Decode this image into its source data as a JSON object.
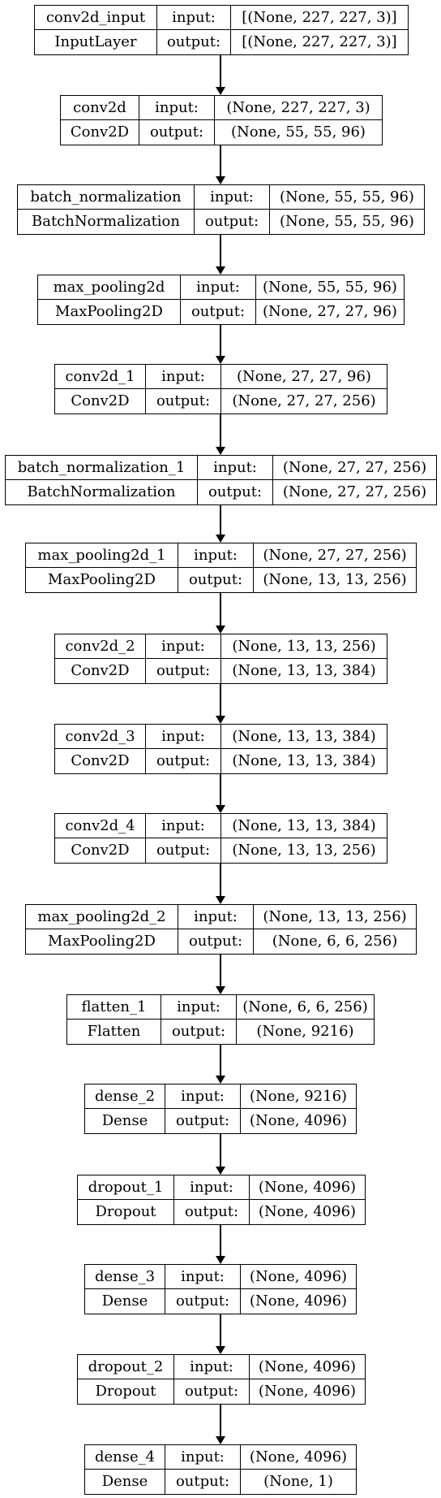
{
  "layers": [
    {
      "name": "conv2d_input",
      "type": "InputLayer",
      "input_label": "input:",
      "output_label": "output:",
      "input_shape": "[(None, 227, 227, 3)]",
      "output_shape": "[(None, 227, 227, 3)]"
    },
    {
      "name": "conv2d",
      "type": "Conv2D",
      "input_label": "input:",
      "output_label": "output:",
      "input_shape": "(None, 227, 227, 3)",
      "output_shape": "(None, 55, 55, 96)"
    },
    {
      "name": "batch_normalization",
      "type": "BatchNormalization",
      "input_label": "input:",
      "output_label": "output:",
      "input_shape": "(None, 55, 55, 96)",
      "output_shape": "(None, 55, 55, 96)"
    },
    {
      "name": "max_pooling2d",
      "type": "MaxPooling2D",
      "input_label": "input:",
      "output_label": "output:",
      "input_shape": "(None, 55, 55, 96)",
      "output_shape": "(None, 27, 27, 96)"
    },
    {
      "name": "conv2d_1",
      "type": "Conv2D",
      "input_label": "input:",
      "output_label": "output:",
      "input_shape": "(None, 27, 27, 96)",
      "output_shape": "(None, 27, 27, 256)"
    },
    {
      "name": "batch_normalization_1",
      "type": "BatchNormalization",
      "input_label": "input:",
      "output_label": "output:",
      "input_shape": "(None, 27, 27, 256)",
      "output_shape": "(None, 27, 27, 256)"
    },
    {
      "name": "max_pooling2d_1",
      "type": "MaxPooling2D",
      "input_label": "input:",
      "output_label": "output:",
      "input_shape": "(None, 27, 27, 256)",
      "output_shape": "(None, 13, 13, 256)"
    },
    {
      "name": "conv2d_2",
      "type": "Conv2D",
      "input_label": "input:",
      "output_label": "output:",
      "input_shape": "(None, 13, 13, 256)",
      "output_shape": "(None, 13, 13, 384)"
    },
    {
      "name": "conv2d_3",
      "type": "Conv2D",
      "input_label": "input:",
      "output_label": "output:",
      "input_shape": "(None, 13, 13, 384)",
      "output_shape": "(None, 13, 13, 384)"
    },
    {
      "name": "conv2d_4",
      "type": "Conv2D",
      "input_label": "input:",
      "output_label": "output:",
      "input_shape": "(None, 13, 13, 384)",
      "output_shape": "(None, 13, 13, 256)"
    },
    {
      "name": "max_pooling2d_2",
      "type": "MaxPooling2D",
      "input_label": "input:",
      "output_label": "output:",
      "input_shape": "(None, 13, 13, 256)",
      "output_shape": "(None, 6, 6, 256)"
    },
    {
      "name": "flatten_1",
      "type": "Flatten",
      "input_label": "input:",
      "output_label": "output:",
      "input_shape": "(None, 6, 6, 256)",
      "output_shape": "(None, 9216)"
    },
    {
      "name": "dense_2",
      "type": "Dense",
      "input_label": "input:",
      "output_label": "output:",
      "input_shape": "(None, 9216)",
      "output_shape": "(None, 4096)"
    },
    {
      "name": "dropout_1",
      "type": "Dropout",
      "input_label": "input:",
      "output_label": "output:",
      "input_shape": "(None, 4096)",
      "output_shape": "(None, 4096)"
    },
    {
      "name": "dense_3",
      "type": "Dense",
      "input_label": "input:",
      "output_label": "output:",
      "input_shape": "(None, 4096)",
      "output_shape": "(None, 4096)"
    },
    {
      "name": "dropout_2",
      "type": "Dropout",
      "input_label": "input:",
      "output_label": "output:",
      "input_shape": "(None, 4096)",
      "output_shape": "(None, 4096)"
    },
    {
      "name": "dense_4",
      "type": "Dense",
      "input_label": "input:",
      "output_label": "output:",
      "input_shape": "(None, 4096)",
      "output_shape": "(None, 1)"
    }
  ]
}
